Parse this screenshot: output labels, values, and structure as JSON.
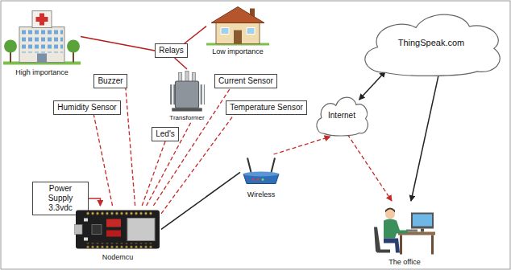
{
  "diagram": {
    "nodes": [
      {
        "text": [
          "High importance"
        ]
      },
      {
        "text": [
          "Low importance"
        ]
      },
      {
        "text": [
          "Relays"
        ]
      },
      {
        "text": [
          "ThingSpeak.com"
        ]
      },
      {
        "text": [
          "Buzzer"
        ]
      },
      {
        "text": [
          "Current Sensor"
        ]
      },
      {
        "text": [
          "Transformer"
        ]
      },
      {
        "text": [
          "Humidity Sensor"
        ]
      },
      {
        "text": [
          "Temperature Sensor"
        ]
      },
      {
        "text": [
          "Internet"
        ]
      },
      {
        "text": [
          "Led's"
        ]
      },
      {
        "text": [
          "Wireless"
        ]
      },
      {
        "text": [
          "Power Supply 3.3vdc"
        ]
      },
      {
        "text": [
          "Nodemcu"
        ]
      },
      {
        "text": [
          "The office"
        ]
      }
    ],
    "edges": [
      {
        "from": 0,
        "to": 2,
        "arrow": "none"
      },
      {
        "from": 2,
        "to": 1,
        "arrow": "none"
      },
      {
        "from": 2,
        "to": 6,
        "arrow": "none"
      },
      {
        "from": 13,
        "to": 7,
        "arrow": "none"
      },
      {
        "from": 13,
        "to": 4,
        "arrow": "none"
      },
      {
        "from": 13,
        "to": 10,
        "arrow": "none"
      },
      {
        "from": 13,
        "to": 6,
        "arrow": "none"
      },
      {
        "from": 13,
        "to": 5,
        "arrow": "none"
      },
      {
        "from": 13,
        "to": 8,
        "arrow": "none"
      },
      {
        "from": 12,
        "to": 13,
        "arrow": "to"
      },
      {
        "from": 13,
        "to": 11,
        "arrow": "none"
      },
      {
        "from": 11,
        "to": 9,
        "arrow": "to"
      },
      {
        "from": 9,
        "to": 3,
        "arrow": "both"
      },
      {
        "from": 3,
        "to": 14,
        "arrow": "to"
      },
      {
        "from": 9,
        "to": 14,
        "arrow": "to"
      }
    ]
  }
}
